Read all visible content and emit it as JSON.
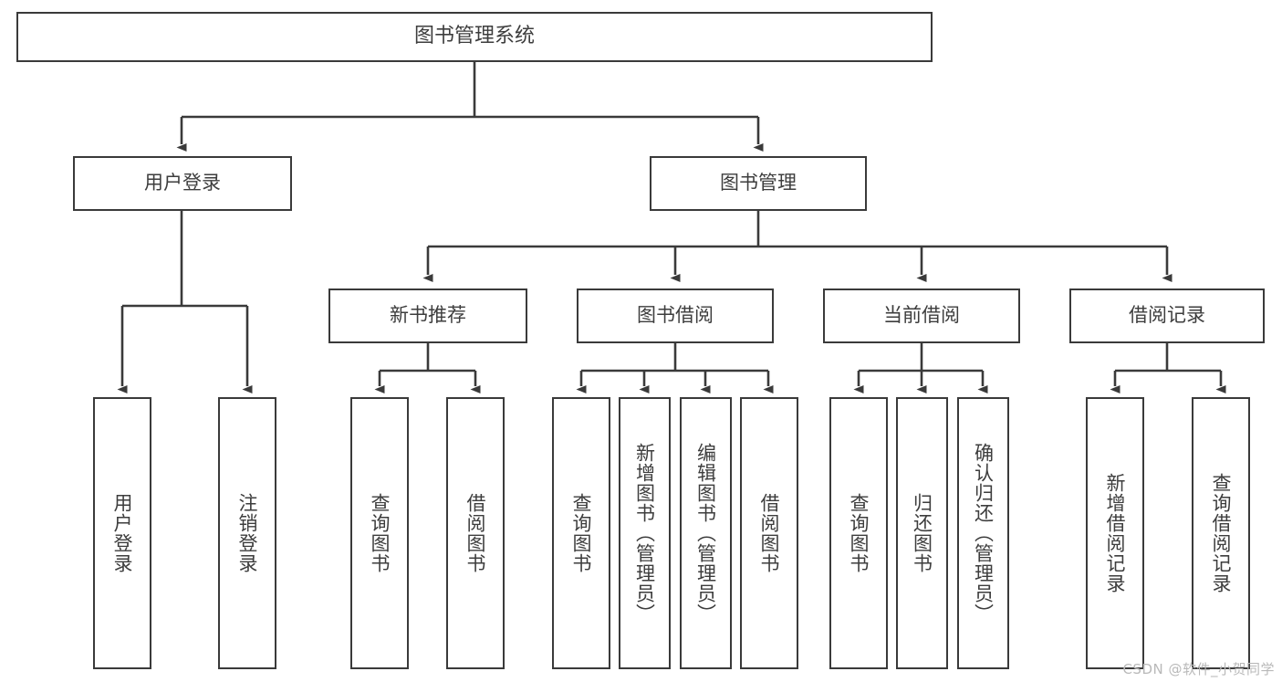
{
  "diagram": {
    "title": "图书管理系统",
    "type": "tree",
    "orientation": "top-down",
    "stroke_color": "#3a3a3a",
    "text_color": "#3d3d3d",
    "background_color": "#ffffff",
    "root": {
      "label": "图书管理系统",
      "level": 1
    },
    "level2": [
      {
        "label": "用户登录",
        "level": 2
      },
      {
        "label": "图书管理",
        "level": 2
      }
    ],
    "level3": [
      {
        "label": "新书推荐",
        "level": 3
      },
      {
        "label": "图书借阅",
        "level": 3
      },
      {
        "label": "当前借阅",
        "level": 3
      },
      {
        "label": "借阅记录",
        "level": 3
      }
    ],
    "leaves": {
      "user_login": [
        {
          "label": "用户登录"
        },
        {
          "label": "注销登录"
        }
      ],
      "new_book_recommend": [
        {
          "label": "查询图书"
        },
        {
          "label": "借阅图书"
        }
      ],
      "book_borrow": [
        {
          "label": "查询图书"
        },
        {
          "label": "新增图书（管理员）"
        },
        {
          "label": "编辑图书（管理员）"
        },
        {
          "label": "借阅图书"
        }
      ],
      "current_borrow": [
        {
          "label": "查询图书"
        },
        {
          "label": "归还图书"
        },
        {
          "label": "确认归还（管理员）"
        }
      ],
      "borrow_record": [
        {
          "label": "新增借阅记录"
        },
        {
          "label": "查询借阅记录"
        }
      ]
    }
  },
  "watermark": {
    "text": "CSDN @软件_小贺同学"
  }
}
